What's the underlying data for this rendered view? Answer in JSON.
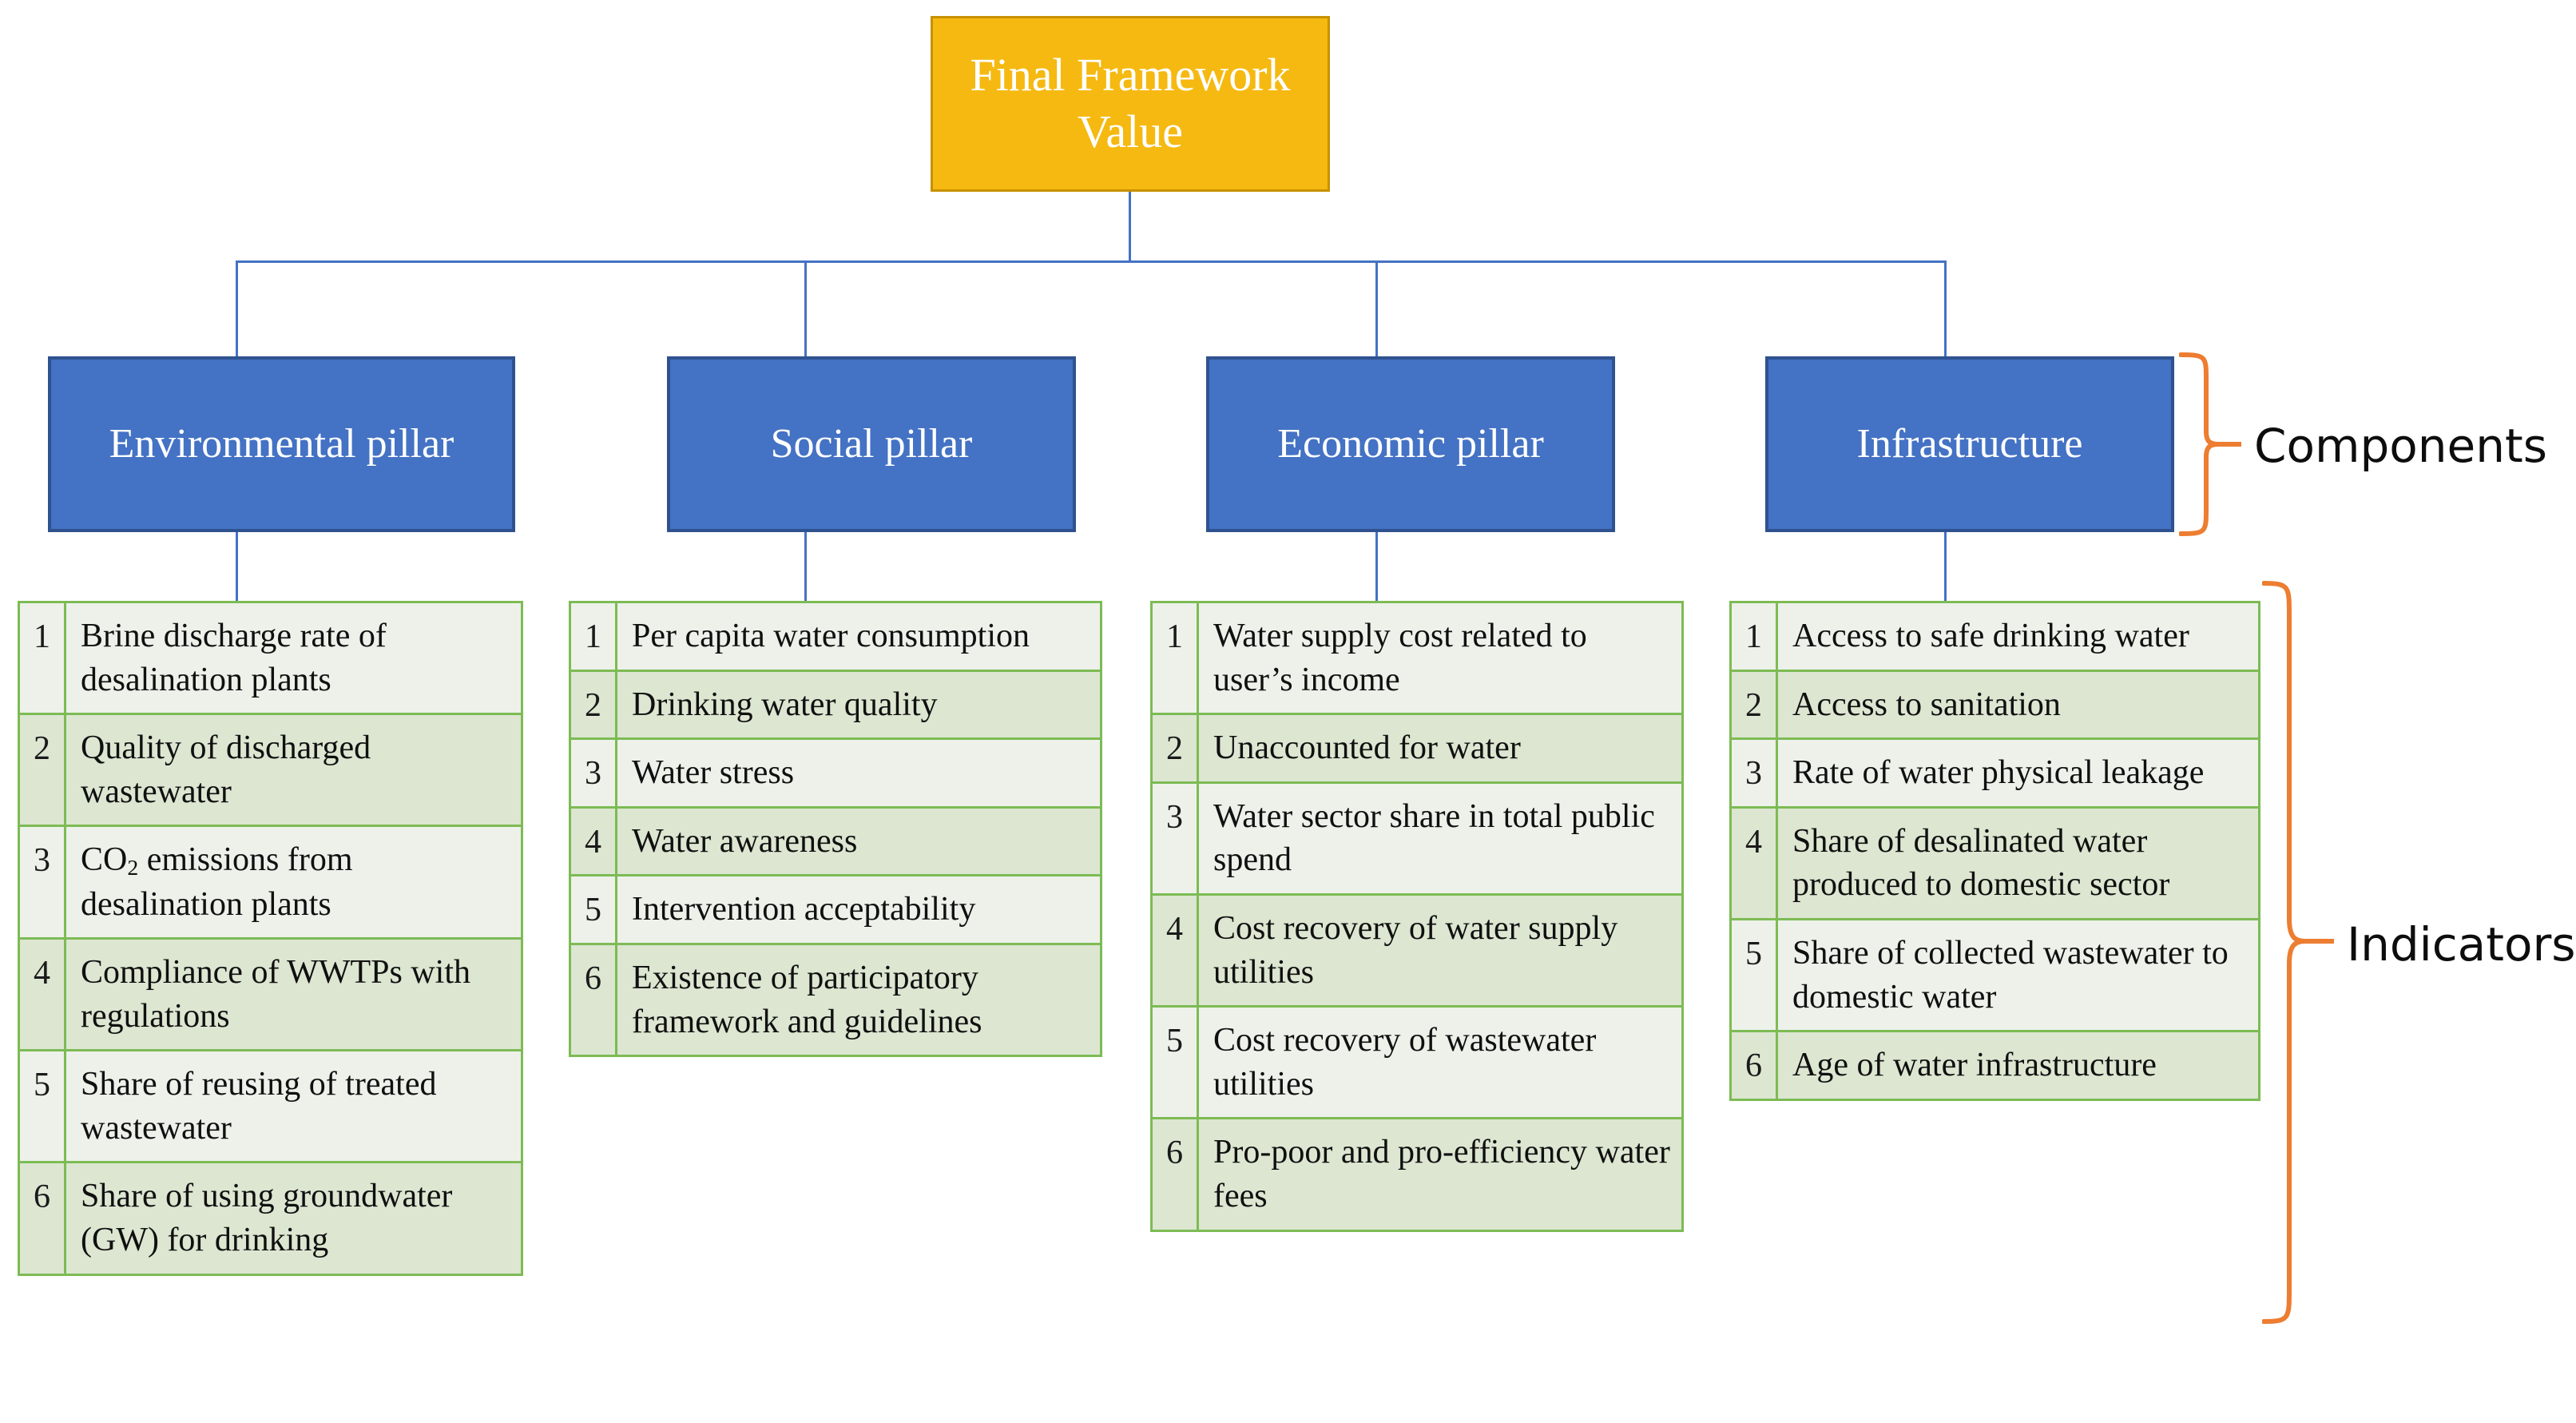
{
  "root": {
    "label": "Final Framework Value",
    "fill": "#F5B911",
    "border": "#C79100"
  },
  "colors": {
    "pillar_fill": "#4472C4",
    "pillar_border": "#2F528F",
    "connector": "#4472C4",
    "table_border": "#7DBB54",
    "row_light": "#EDF1EA",
    "row_dark": "#DCE6D1",
    "brace": "#ED7D31"
  },
  "side_labels": {
    "components": "Components",
    "indicators": "Indicators"
  },
  "pillars": [
    {
      "id": "environmental",
      "label": "Environmental pillar",
      "indicators": [
        {
          "n": "1",
          "text": "Brine discharge rate of desalination plants"
        },
        {
          "n": "2",
          "text": "Quality of discharged wastewater"
        },
        {
          "n": "3",
          "text": "CO2 emissions from desalination plants",
          "html": "CO<sub>2</sub> emissions from desalination plants"
        },
        {
          "n": "4",
          "text": "Compliance of WWTPs with regulations"
        },
        {
          "n": "5",
          "text": "Share of reusing of treated wastewater"
        },
        {
          "n": "6",
          "text": "Share of using groundwater (GW) for drinking"
        }
      ]
    },
    {
      "id": "social",
      "label": "Social pillar",
      "indicators": [
        {
          "n": "1",
          "text": "Per capita water consumption"
        },
        {
          "n": "2",
          "text": "Drinking water quality"
        },
        {
          "n": "3",
          "text": "Water stress"
        },
        {
          "n": "4",
          "text": "Water awareness"
        },
        {
          "n": "5",
          "text": "Intervention acceptability"
        },
        {
          "n": "6",
          "text": "Existence of participatory framework and guidelines"
        }
      ]
    },
    {
      "id": "economic",
      "label": "Economic pillar",
      "indicators": [
        {
          "n": "1",
          "text": "Water supply cost related to user’s income"
        },
        {
          "n": "2",
          "text": "Unaccounted for water"
        },
        {
          "n": "3",
          "text": "Water sector share in total public spend"
        },
        {
          "n": "4",
          "text": "Cost recovery of water supply utilities"
        },
        {
          "n": "5",
          "text": "Cost recovery of wastewater utilities"
        },
        {
          "n": "6",
          "text": "Pro-poor and pro-efficiency water fees"
        }
      ]
    },
    {
      "id": "infrastructure",
      "label": "Infrastructure",
      "indicators": [
        {
          "n": "1",
          "text": "Access to safe drinking water"
        },
        {
          "n": "2",
          "text": "Access to sanitation"
        },
        {
          "n": "3",
          "text": "Rate of water physical leakage"
        },
        {
          "n": "4",
          "text": "Share of desalinated water produced to domestic sector"
        },
        {
          "n": "5",
          "text": "Share of collected wastewater to domestic water"
        },
        {
          "n": "6",
          "text": "Age of water infrastructure"
        }
      ]
    }
  ]
}
